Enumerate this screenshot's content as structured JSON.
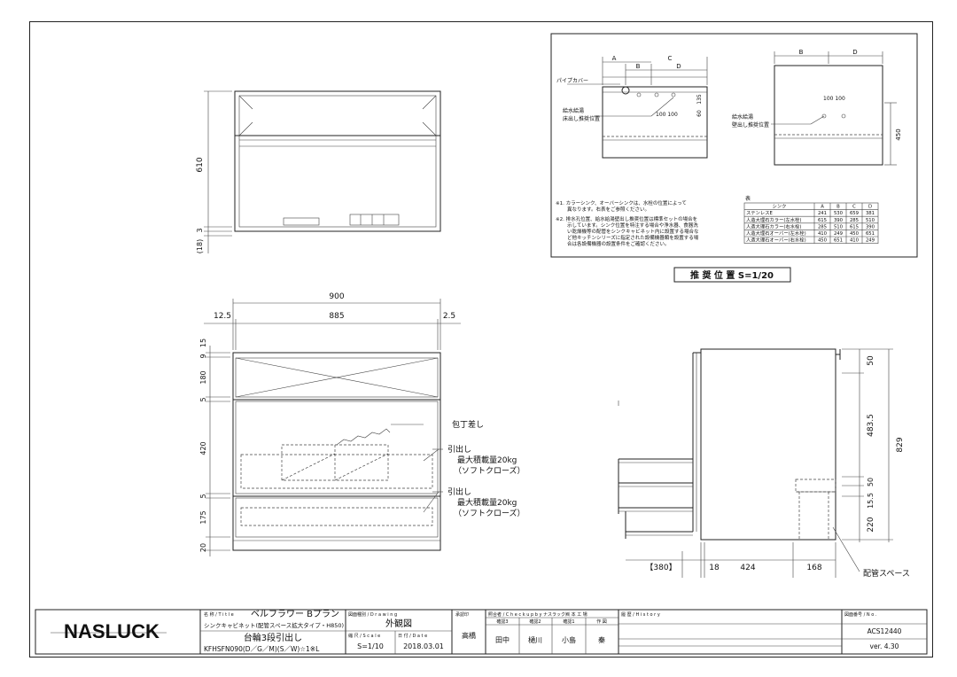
{
  "front_top": {
    "dim_610": "610",
    "dim_3": "3",
    "dim_18": "(18)"
  },
  "front_view": {
    "dim_900": "900",
    "dim_12_5": "12.5",
    "dim_885": "885",
    "dim_2_5": "2.5",
    "dim_15": "15",
    "dim_9": "9",
    "dim_180": "180",
    "dim_5a": "5",
    "dim_420": "420",
    "dim_5b": "5",
    "dim_175": "175",
    "dim_20": "20",
    "label_knife": "包丁差し",
    "label_drawer1": "引出し",
    "label_drawer1_load": "最大積載量20kg",
    "label_drawer1_soft": "（ソフトクローズ）",
    "label_drawer2": "引出し",
    "label_drawer2_load": "最大積載量20kg",
    "label_drawer2_soft": "（ソフトクローズ）"
  },
  "side_view": {
    "dim_50a": "50",
    "dim_483_5": "483.5",
    "dim_829": "829",
    "dim_50b": "50",
    "dim_15_5": "15.5",
    "dim_220": "220",
    "dim_380": "【380】",
    "dim_18": "18",
    "dim_424": "424",
    "dim_168": "168",
    "label_pipe_space": "配管スペース"
  },
  "reco_box": {
    "dim_A": "A",
    "dim_B": "B",
    "dim_C": "C",
    "dim_D": "D",
    "dim_B2": "B",
    "dim_D2": "D",
    "label_pipe_cover": "パイプカバー",
    "label_supply1": "給水給湯",
    "label_supply1b": "床出し推奨位置",
    "label_supply2": "給水給湯",
    "label_supply2b": "壁出し推奨位置",
    "dim_100_100a": "100 100",
    "dim_100_100b": "100 100",
    "dim_450": "450",
    "dim_60": "60",
    "dim_135": "135",
    "note1a": "※1. カラーシンク、オーバーシンクは、水栓の位置によって",
    "note1b": "異なります。右表をご参照ください。",
    "note2a": "※2. 排水孔位置、給水給湯壁出し推奨位置は標準セットの場合を",
    "note2b": "示しています。シンク位置を特注する場合や浄水器、食器洗",
    "note2c": "い乾燥機等の配管をシンクキャビネット内に設置する場合な",
    "note2d": "ど他キッチンシリーズに指定された設備機器類を設置する場",
    "note2e": "合は各設備機器の設置条件をご確認ください。",
    "table_caption": "表",
    "table_headers": [
      "シンク",
      "A",
      "B",
      "C",
      "D"
    ],
    "table_rows": [
      [
        "ステンレスE",
        "241",
        "530",
        "659",
        "381"
      ],
      [
        "人造大理石カラー(左水栓)",
        "615",
        "390",
        "285",
        "510"
      ],
      [
        "人造大理石カラー(右水栓)",
        "285",
        "510",
        "615",
        "390"
      ],
      [
        "人造大理石オーバー(左水栓)",
        "410",
        "249",
        "450",
        "651"
      ],
      [
        "人造大理石オーバー(右水栓)",
        "450",
        "651",
        "410",
        "249"
      ]
    ],
    "caption": "推 奨 位 置  S=1/20"
  },
  "title_block": {
    "logo": "NASLUCK",
    "name_label": "名 称 / T i t l e",
    "name_value": "ベルフラワー Bプラン",
    "subtitle": "シンクキャビネット(配管スペース拡大タイプ・H850)",
    "drawing_label": "図面種別 / D r a w i n g",
    "drawing_value": "外観図",
    "product": "台輪3段引出し",
    "model": "KFHSFN090(D／G／M)(S／W)☆1※L",
    "scale_label": "縮 尺 / S c a l e",
    "scale_value": "S=1/10",
    "date_label": "日 付 / D a t e",
    "date_value": "2018.03.01",
    "std_label": "承認印",
    "std_value": "高橋",
    "check_label": "照合者 / C h e c k  u p  b y  ナスラック㈱ 本 工 場",
    "check_h1": "確認3",
    "check_h2": "確認2",
    "check_h3": "確認1",
    "check_h4": "作 図",
    "check_v1": "田中",
    "check_v2": "樋川",
    "check_v3": "小島",
    "check_v4": "秦",
    "history_label": "履 歴 / H i s t o r y",
    "no_label": "図面番号 / N o .",
    "no_value": "ACS12440",
    "version": "ver. 4.30"
  }
}
